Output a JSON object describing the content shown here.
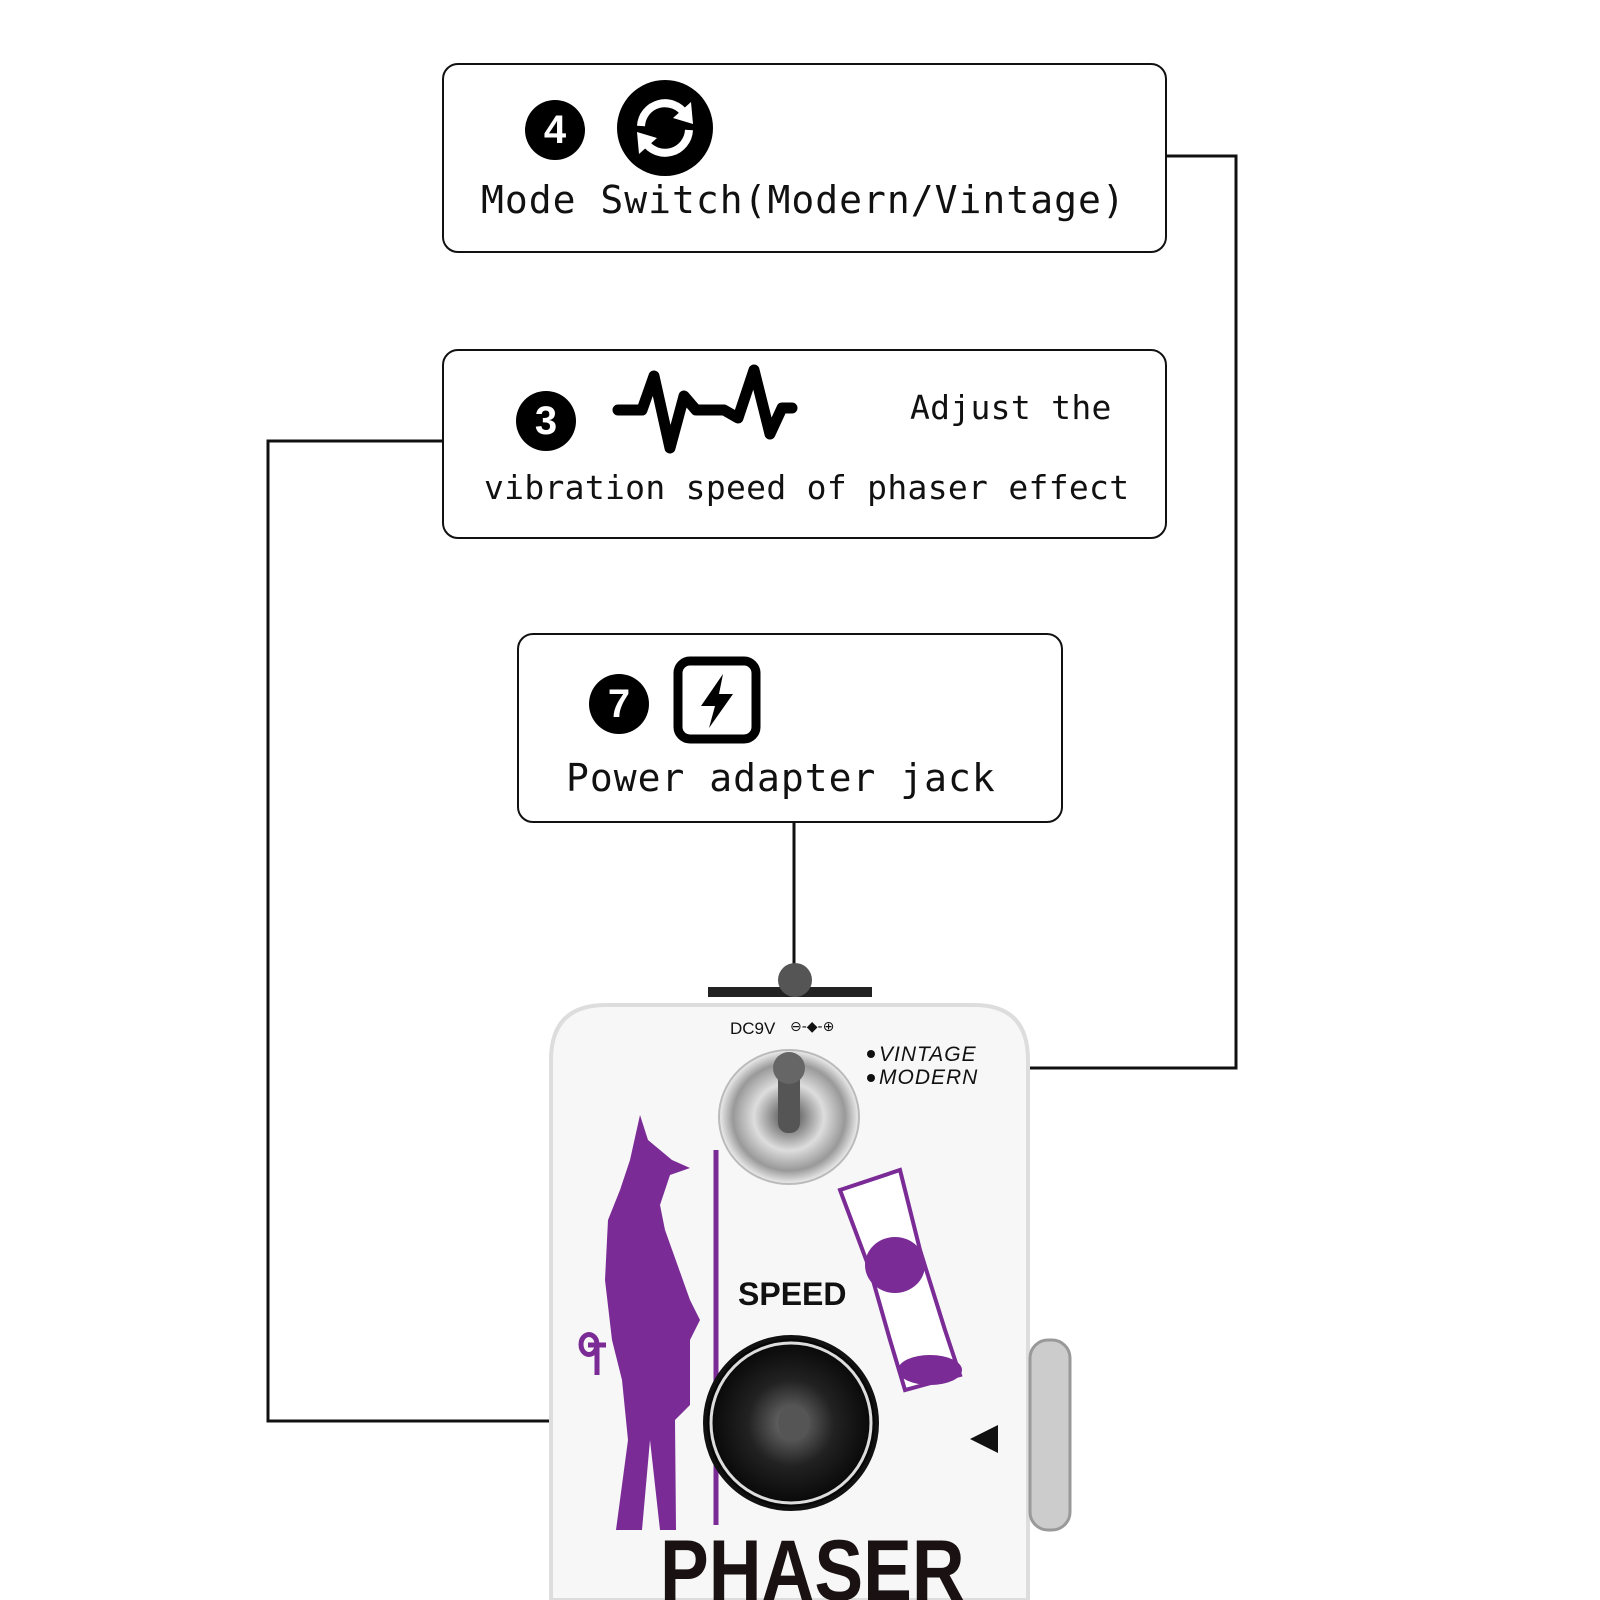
{
  "callouts": [
    {
      "number": "4",
      "icon": "refresh-icon",
      "label": "Mode Switch(Modern/Vintage)"
    },
    {
      "number": "3",
      "icon": "waveform-icon",
      "label_line1": "Adjust the",
      "label_line2": "vibration speed of phaser effect"
    },
    {
      "number": "7",
      "icon": "lightning-icon",
      "label": "Power adapter jack"
    }
  ],
  "pedal": {
    "power_label": "DC9V",
    "polarity": "⊖-◆-⊕",
    "mode_options": [
      "VINTAGE",
      "MODERN"
    ],
    "knob_label": "SPEED",
    "name": "PHASER",
    "accent_color": "#7b2b96"
  }
}
